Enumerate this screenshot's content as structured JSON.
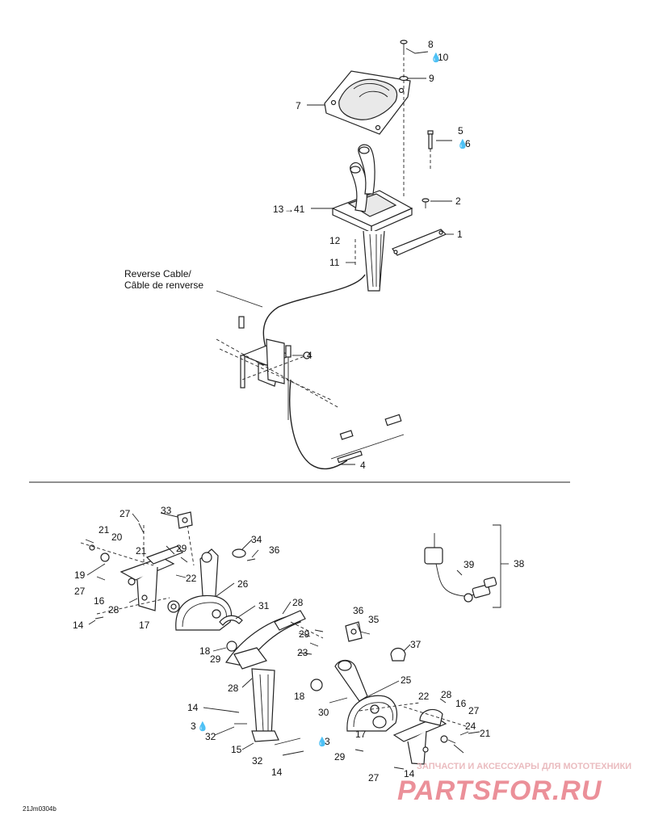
{
  "cable_caption": {
    "line1": "Reverse Cable/",
    "line2": "Câble de renverse"
  },
  "callouts": {
    "c8": "8",
    "c10": "10",
    "c9": "9",
    "c7": "7",
    "c5": "5",
    "c6": "6",
    "c2": "2",
    "c13": "13",
    "c41": "41",
    "c1": "1",
    "c12": "12",
    "c11": "11",
    "c4a": "4",
    "c4b": "4",
    "c27a": "27",
    "c33": "33",
    "c21a": "21",
    "c20": "20",
    "c21b": "21",
    "c29a": "29",
    "c34": "34",
    "c36a": "36",
    "c19": "19",
    "c22a": "22",
    "c27b": "27",
    "c16a": "16",
    "c28a": "28",
    "c26": "26",
    "c17a": "17",
    "c14a": "14",
    "c31": "31",
    "c28b": "28",
    "c36b": "36",
    "c35": "35",
    "c29b": "29",
    "c18a": "18",
    "c29c": "29",
    "c23": "23",
    "c37": "37",
    "c25": "25",
    "c28c": "28",
    "c18b": "18",
    "c14b": "14",
    "c3a": "3",
    "c32a": "32",
    "c30": "30",
    "c22b": "22",
    "c28d": "28",
    "c16b": "16",
    "c27c": "27",
    "c15": "15",
    "c17b": "17",
    "c24": "24",
    "c21c": "21",
    "c32b": "32",
    "c3b": "3",
    "c29d": "29",
    "c14c": "14",
    "c27d": "27",
    "c14d": "14",
    "c39": "39",
    "c38": "38"
  },
  "drawing_code": "21Jm0304b",
  "watermark": {
    "tagline": "ЗАПЧАСТИ И АКСЕССУАРЫ ДЛЯ МОТОТЕХНИКИ",
    "logo": "PARTSFOR.RU"
  }
}
